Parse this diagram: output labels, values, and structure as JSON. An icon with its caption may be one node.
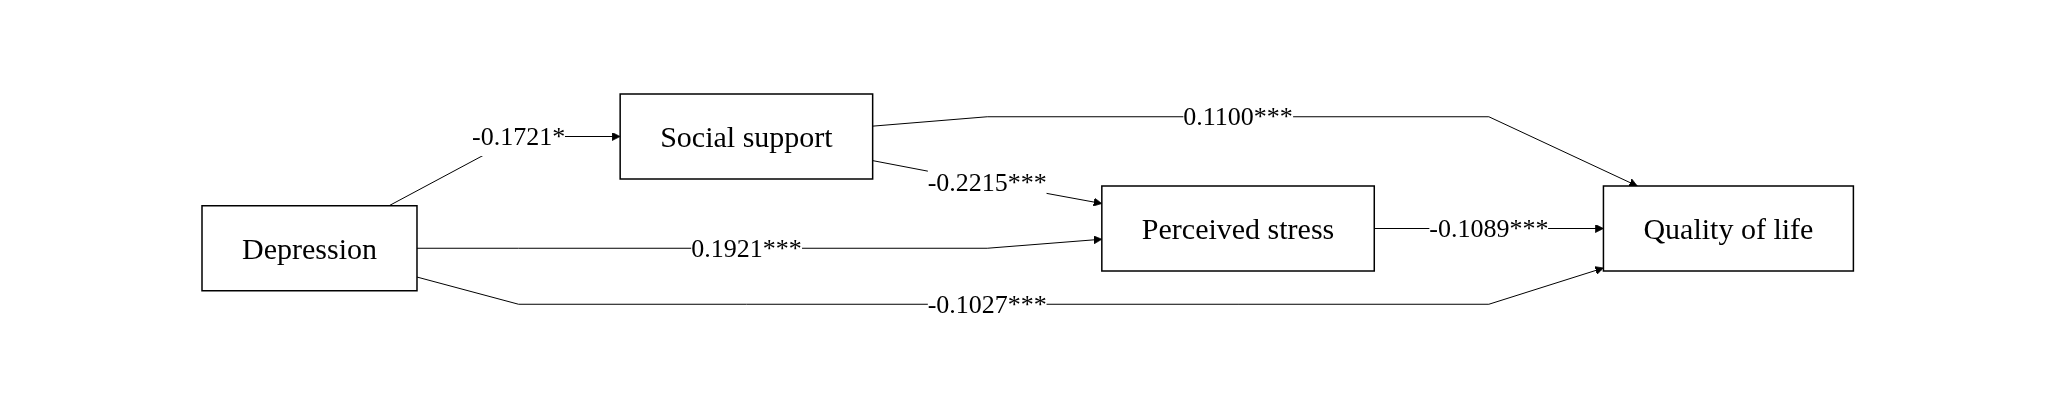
{
  "diagram": {
    "nodes": [
      {
        "text": [
          "Social support"
        ]
      },
      {
        "text": [
          "Perceived stress"
        ]
      },
      {
        "text": [
          "Depression"
        ]
      },
      {
        "text": [
          "Quality of life"
        ]
      }
    ],
    "edges": [
      {
        "from": 2,
        "to": 0,
        "arrow": "to",
        "label": "-0.1721*"
      },
      {
        "from": 0,
        "to": 1,
        "arrow": "to",
        "label": "-0.2215***"
      },
      {
        "from": 2,
        "to": 1,
        "arrow": "to",
        "label": "0.1921***"
      },
      {
        "from": 0,
        "to": 3,
        "arrow": "to",
        "label": "0.1100***"
      },
      {
        "from": 1,
        "to": 3,
        "arrow": "to",
        "label": "-0.1089***"
      },
      {
        "from": 2,
        "to": 3,
        "arrow": "to",
        "label": "-0.1027***"
      }
    ]
  }
}
